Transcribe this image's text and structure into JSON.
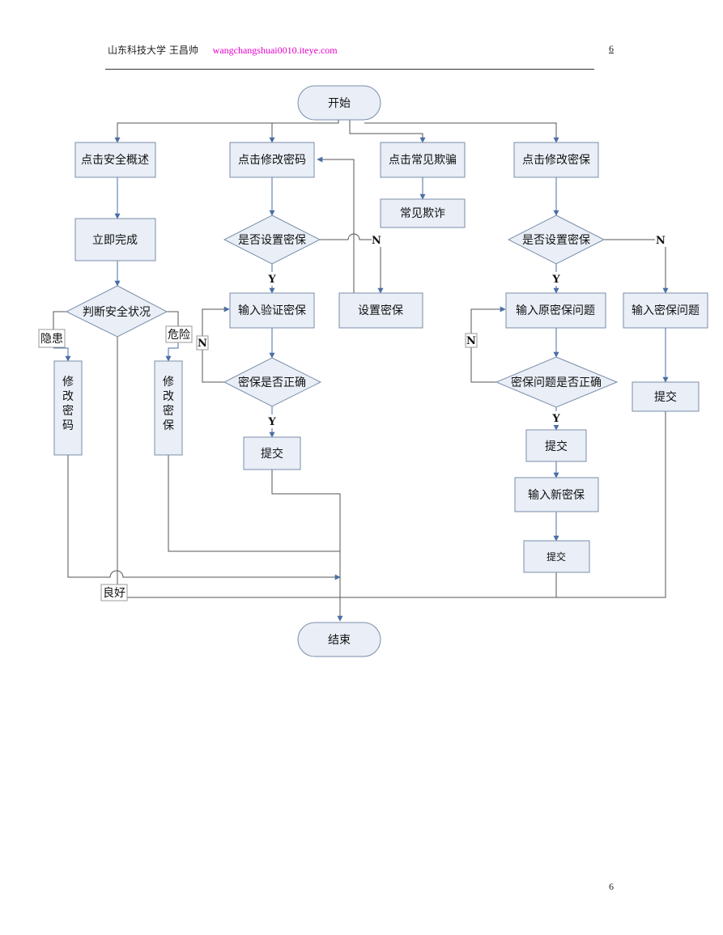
{
  "header": {
    "author": "山东科技大学 王昌帅",
    "link": "wangchangshuai0010.iteye.com",
    "page_number": "6"
  },
  "footer": {
    "page_number": "6"
  },
  "flow": {
    "start": "开始",
    "end": "结束",
    "col1": {
      "click": "点击安全概述",
      "complete": "立即完成",
      "judge": "判断安全状况",
      "hidden_risk": "隐患",
      "danger": "危险",
      "good": "良好",
      "change_password": "修改密码",
      "change_security": "修改密保"
    },
    "col2": {
      "click": "点击修改密码",
      "is_set": "是否设置密保",
      "input_verify": "输入验证密保",
      "set_security": "设置密保",
      "is_correct": "密保是否正确",
      "submit": "提交"
    },
    "col3": {
      "click": "点击常见欺骗",
      "common_fraud": "常见欺诈"
    },
    "col4": {
      "click": "点击修改密保",
      "is_set": "是否设置密保",
      "input_original": "输入原密保问题",
      "input_question": "输入密保问题",
      "question_correct": "密保问题是否正确",
      "submit": "提交",
      "submit_right": "提交",
      "input_new": "输入新密保",
      "submit_final": "提交"
    },
    "labels": {
      "yes": "Y",
      "no": "N"
    }
  },
  "colors": {
    "box_fill": "#e9eef7",
    "box_stroke": "#7a8ea8",
    "arrow": "#4a6fa5",
    "line": "#555555"
  }
}
